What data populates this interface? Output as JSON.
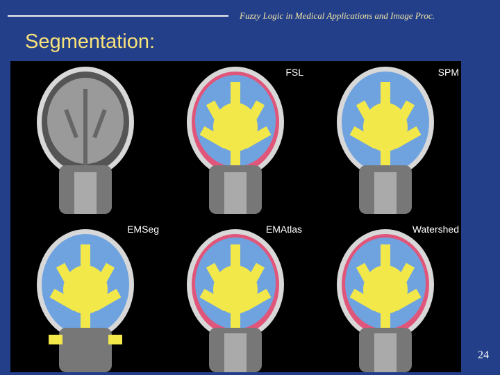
{
  "header": {
    "text": "Fuzzy Logic in Medical Applications and Image Proc."
  },
  "title": "Segmentation:",
  "panels": [
    {
      "label": "",
      "segmented": false
    },
    {
      "label": "FSL",
      "segmented": true
    },
    {
      "label": "SPM",
      "segmented": true
    },
    {
      "label": "EMSeg",
      "segmented": true
    },
    {
      "label": "EMAtlas",
      "segmented": true
    },
    {
      "label": "Watershed",
      "segmented": true
    }
  ],
  "page_number": "24",
  "colors": {
    "background": "#233f8a",
    "title": "#f8e27a",
    "header": "#f3e7a6",
    "wm": "#f2e84a",
    "gm": "#6fa3e0",
    "csf": "#e0557a"
  }
}
